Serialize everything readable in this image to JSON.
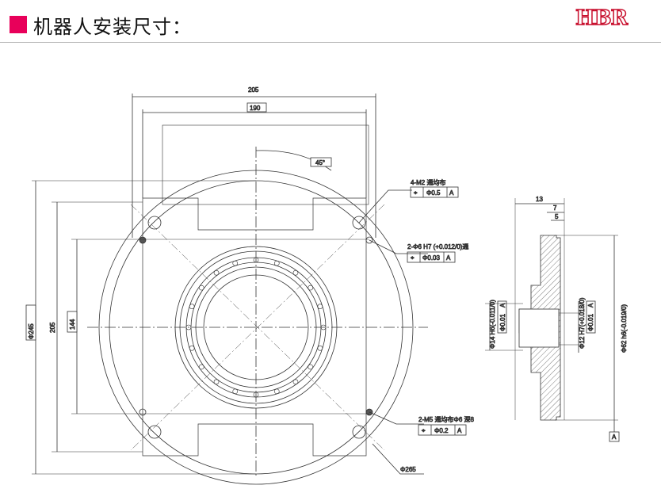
{
  "header": {
    "title": "机器人安装尺寸：",
    "logo": "HBR",
    "accent": "#e8005a"
  },
  "drawing": {
    "dims": {
      "d205_top": "205",
      "d190": "190",
      "angle": "45°",
      "d245": "Φ245",
      "d205_left": "205",
      "d144": "144",
      "d265": "Φ265"
    },
    "callouts": {
      "m2": "4-M2 通均布",
      "m2_tol": "Φ0.5",
      "m2_ref": "A",
      "h7": "2-Φ6 H7 (+0.012/0)通",
      "h7_tol": "Φ0.03",
      "h7_ref": "A",
      "m5": "2-M5 通均布Φ6 深8",
      "m5_tol": "Φ0.2",
      "m5_ref": "A"
    },
    "section": {
      "d13": "13",
      "d7": "7",
      "d5": "5",
      "d14": "Φ14 H6(-0.011/0)",
      "d14_tol": "Φ0.01",
      "d14_ref": "A",
      "d12": "Φ12 H7(+0.018/0)",
      "d12_tol": "Φ0.01",
      "d12_ref": "A",
      "d62": "Φ62 h6(-0.019/0)",
      "datum": "A"
    }
  }
}
